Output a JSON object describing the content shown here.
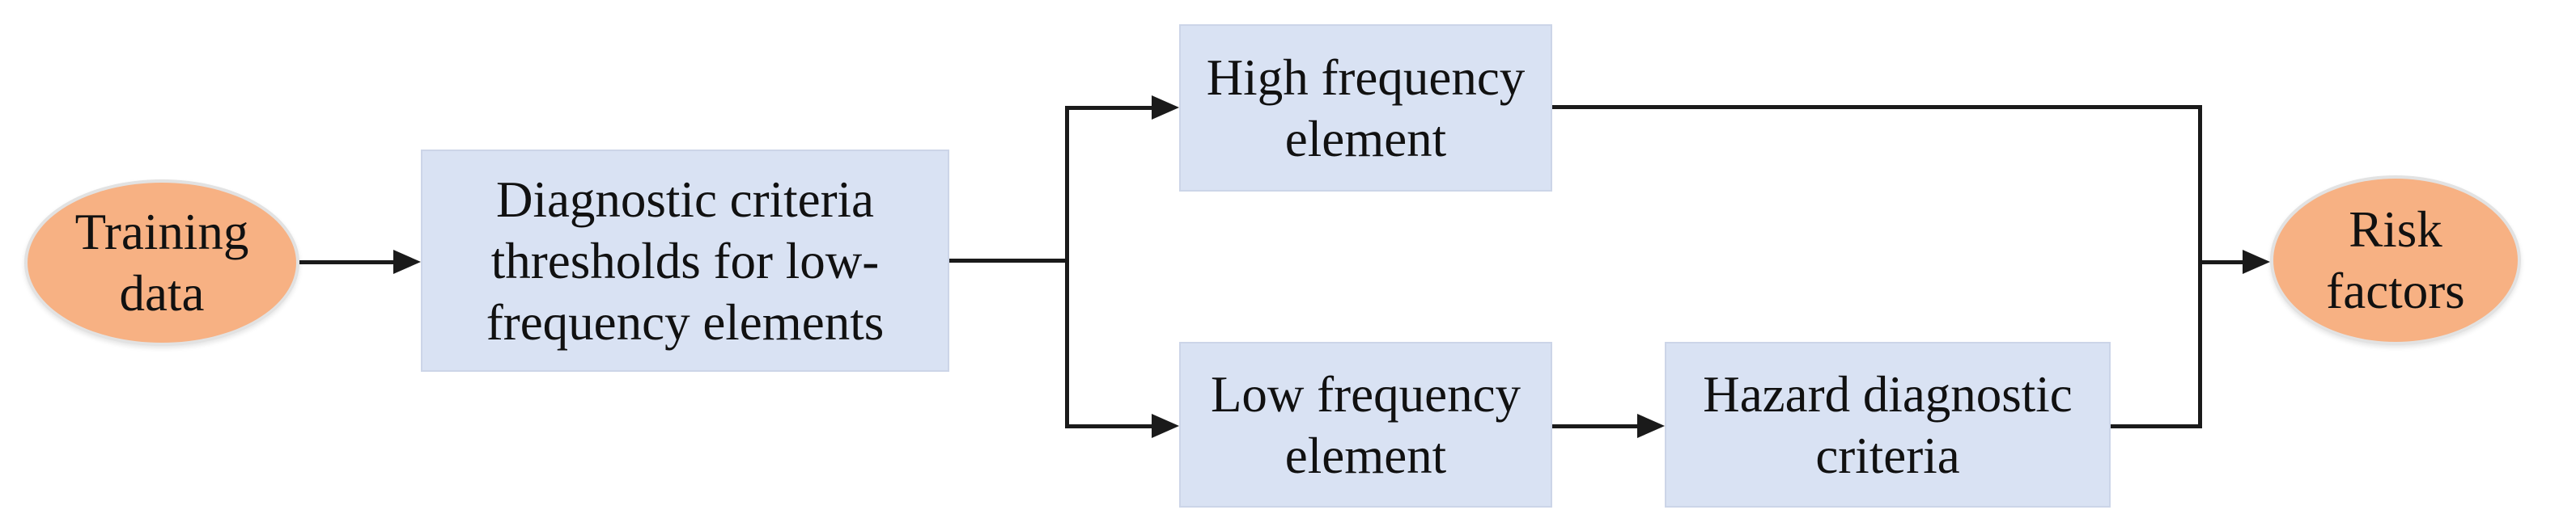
{
  "diagram": {
    "type": "flowchart",
    "nodes": {
      "training": {
        "id": "training",
        "shape": "ellipse",
        "label": "Training\ndata"
      },
      "thresholds": {
        "id": "thresholds",
        "shape": "rect",
        "label": "Diagnostic criteria\nthresholds for low-\nfrequency elements"
      },
      "high_frequency": {
        "id": "high_frequency",
        "shape": "rect",
        "label": "High frequency\nelement"
      },
      "low_frequency": {
        "id": "low_frequency",
        "shape": "rect",
        "label": "Low frequency\nelement"
      },
      "hazard_criteria": {
        "id": "hazard_criteria",
        "shape": "rect",
        "label": "Hazard diagnostic\ncriteria"
      },
      "risk_factors": {
        "id": "risk_factors",
        "shape": "ellipse",
        "label": "Risk\nfactors"
      }
    },
    "edges": [
      {
        "from": "training",
        "to": "thresholds"
      },
      {
        "from": "thresholds",
        "to": "high_frequency"
      },
      {
        "from": "thresholds",
        "to": "low_frequency"
      },
      {
        "from": "low_frequency",
        "to": "hazard_criteria"
      },
      {
        "from": "high_frequency",
        "to": "risk_factors"
      },
      {
        "from": "hazard_criteria",
        "to": "risk_factors"
      }
    ],
    "colors": {
      "ellipse_fill": "#F7B183",
      "rect_fill": "#D9E2F3",
      "connector": "#1a1a1a",
      "text": "#111111",
      "background": "#ffffff"
    }
  }
}
